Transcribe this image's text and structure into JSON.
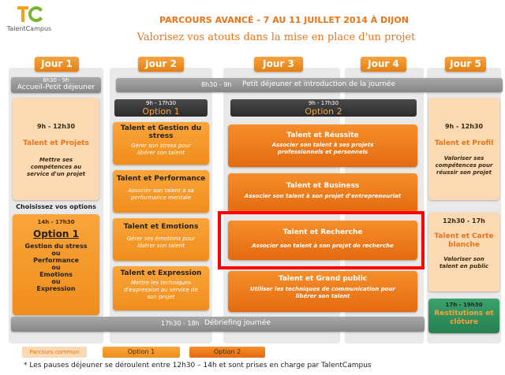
{
  "header": {
    "logo_text": "TalentCampus",
    "title": "PARCOURS AVANCÉ - 7 AU 11 JUILLET 2014 À DIJON",
    "subtitle": "Valorisez vos atouts dans la mise en place d'un projet"
  },
  "days": [
    "Jour 1",
    "Jour 2",
    "Jour 3",
    "Jour 4",
    "Jour 5"
  ],
  "day1": {
    "accueil_time": "8h30 - 9h",
    "accueil_label": "Accueil-Petit déjeuner",
    "projets_time": "9h - 12h30",
    "projets_title": "Talent et Projets",
    "projets_desc": "Mettre ses compétences au service d'un projet",
    "choose_label": "Choisissez vos options",
    "option_time": "14h - 17h30",
    "option_title": "Option 1",
    "option_lines": [
      "Gestion du stress",
      "ou",
      "Performance",
      "ou",
      "Emotions",
      "ou",
      "Expression"
    ]
  },
  "breakfast_bar": {
    "time": "8h30 - 9h",
    "label": "Petit déjeuner et introduction de la journée"
  },
  "option1": {
    "time": "9h - 17h30",
    "label": "Option 1",
    "items": [
      {
        "title": "Talent et Gestion du stress",
        "desc": "Gérer son stress pour libérer son talent"
      },
      {
        "title": "Talent et Performance",
        "desc": "Associer son talent à sa performance mentale"
      },
      {
        "title": "Talent et Emotions",
        "desc": "Gérer ses émotions pour libérer son talent"
      },
      {
        "title": "Talent et Expression",
        "desc": "Mettre les techniques d'expression au service de son projet"
      }
    ]
  },
  "option2": {
    "time": "9h - 17h30",
    "label": "Option 2",
    "items": [
      {
        "title": "Talent et Réussite",
        "desc": "Associer son talent à ses projets professionnels et personnels"
      },
      {
        "title": "Talent et Business",
        "desc": "Associer son talent à son projet d'entrepreneuriat"
      },
      {
        "title": "Talent et Recherche",
        "desc": "Associer son talent à son projet de recherche"
      },
      {
        "title": "Talent et Grand public",
        "desc": "Utiliser les techniques de communication pour libérer son talent"
      }
    ]
  },
  "day5": {
    "profil_time": "9h - 12h30",
    "profil_title": "Talent et Profil",
    "profil_desc": "Valoriser ses compétences pour réussir son projet",
    "carte_time": "12h30 - 17h",
    "carte_title": "Talent et Carte blanche",
    "carte_desc": "Valoriser son talent en public",
    "restitution_time": "17h - 19h30",
    "restitution_title": "Restitutions et clôture"
  },
  "debriefing_bar": {
    "time": "17h30 - 18h",
    "label": "Débriefing journée"
  },
  "legend": [
    "Parcours commun",
    "Option 1",
    "Option 2"
  ],
  "footnote": "* Les pauses déjeuner se déroulent entre 12h30 – 14h et sont prises en charge par TalentCampus",
  "colors": {
    "orange": "#e46a10",
    "beige": "#fad9b3",
    "green": "#2e8f5e",
    "highlight": "#ff0000",
    "title_orange": "#e8741a"
  }
}
